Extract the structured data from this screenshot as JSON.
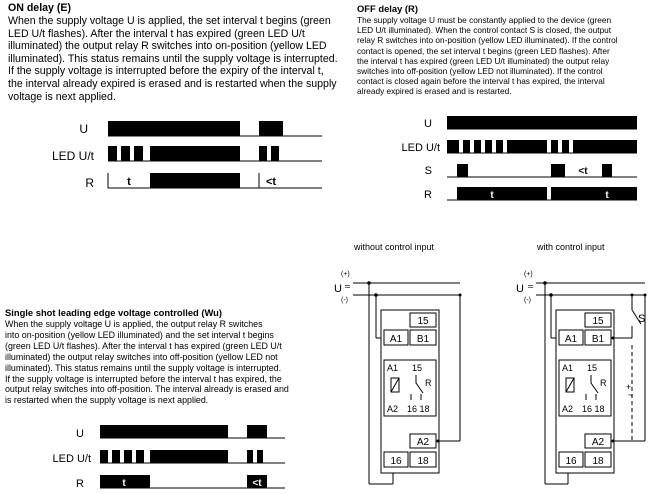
{
  "on_delay": {
    "title": "ON delay (E)",
    "lines": [
      "When the supply voltage U is applied, the set interval t begins (green",
      "LED U/t flashes). After the interval t has expired (green LED U/t",
      "illuminated) the output relay R switches into on-position (yellow LED",
      "illuminated). This status remains until the supply voltage is interrupted.",
      "If the supply voltage is interrupted before the expiry of the interval t,",
      "the interval already expired is erased and is restarted when the supply",
      "voltage is next applied."
    ],
    "signals": [
      "U",
      "LED U/t",
      "R"
    ],
    "marks": [
      "t",
      "<t"
    ]
  },
  "off_delay": {
    "title": "OFF delay (R)",
    "lines": [
      "The supply voltage U must be constantly applied to the device (green",
      "LED U/t illuminated). When the control contact S is closed, the output",
      "relay R switches into on-position (yellow LED illuminated). If the control",
      "contact is opened, the set interval t begins (green LED flashes). After",
      "the interval t has expired (green LED U/t illuminated) the output relay",
      "switches into off-position (yellow LED not illuminated). If the control",
      "contact is closed again before the interval t has expired, the interval",
      "already expired is erased and is restarted."
    ],
    "signals": [
      "U",
      "LED U/t",
      "S",
      "R"
    ],
    "marks": [
      "t",
      "<t",
      "t"
    ]
  },
  "single_shot": {
    "title": "Single shot leading edge voltage controlled (Wu)",
    "lines": [
      "When the supply voltage U is applied, the output relay R switches",
      "into on-position (yellow LED illuminated) and the set interval t begins",
      "(green LED U/t flashes). After the interval t has expired (green LED U/t",
      "illuminated) the output relay switches into off-position (yellow LED not",
      "illuminated). This status remains until the supply voltage is interrupted.",
      "If the supply voltage is interrupted before the interval t has expired, the",
      "output relay switches into off-position. The interval already is erased and",
      "is restarted when the supply voltage is next applied."
    ],
    "signals": [
      "U",
      "LED U/t",
      "R"
    ],
    "marks": [
      "t",
      "<t"
    ]
  },
  "wiring": {
    "without_label": "without control input",
    "with_label": "with control input",
    "supply_label": "U",
    "supply_symbol": "=\n~",
    "plus": "(+)",
    "minus": "(-)",
    "terminals": {
      "t15": "15",
      "a1": "A1",
      "b1": "B1",
      "a1_inner": "A1",
      "t15_inner": "15",
      "r": "R",
      "a2_inner": "A2",
      "t1618": "16 18",
      "a2": "A2",
      "t16": "16",
      "t18": "18"
    },
    "switch_label": "S"
  }
}
